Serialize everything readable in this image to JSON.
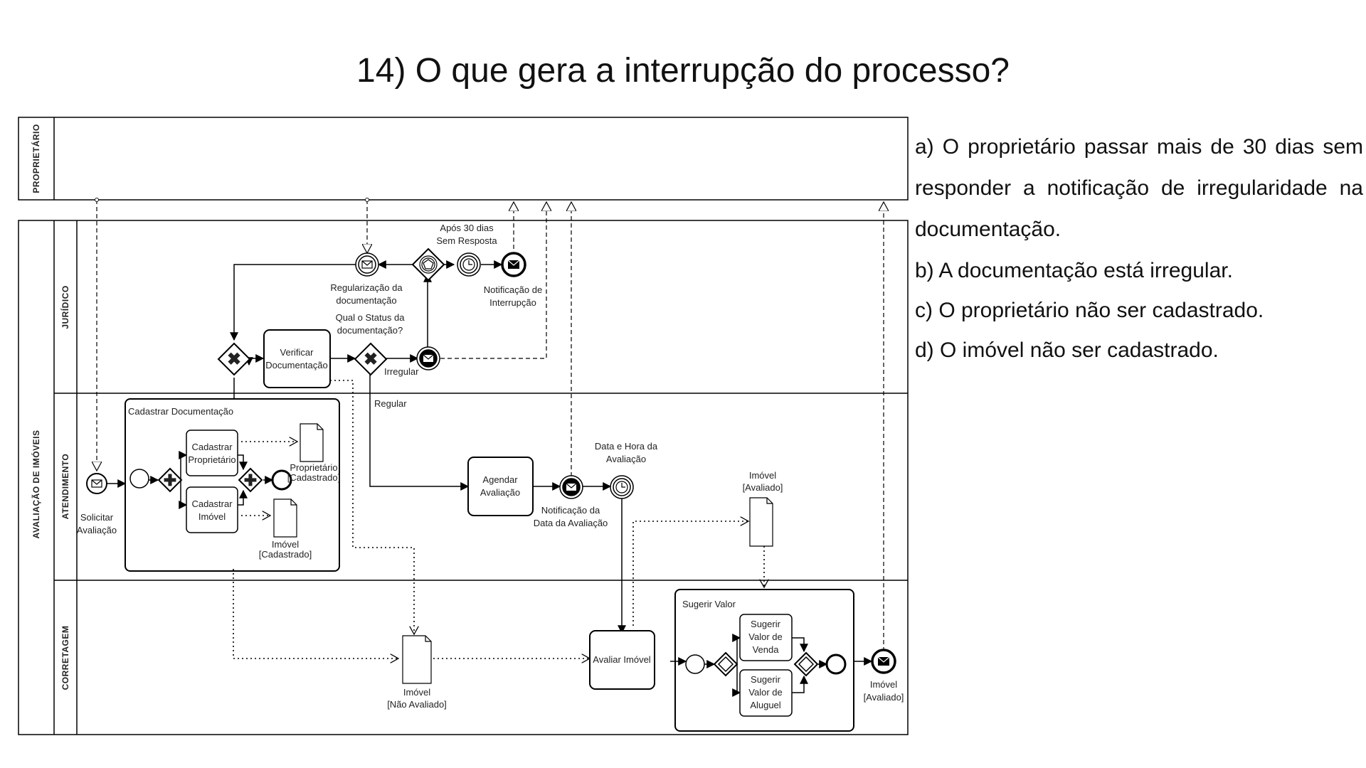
{
  "title": "14) O que gera a interrupção do processo?",
  "diagram": {
    "pools": {
      "proprietario": "PROPRIETÁRIO",
      "avaliacao": "AVALIAÇÃO DE IMÓVEIS"
    },
    "lanes": {
      "juridico": "JURÍDICO",
      "atendimento": "ATENDIMENTO",
      "corretagem": "CORRETAGEM"
    },
    "tasks": {
      "verificar": [
        "Verificar",
        "Documentação"
      ],
      "agendar": [
        "Agendar",
        "Avaliação"
      ],
      "avaliar": [
        "Avaliar Imóvel"
      ],
      "cad_proprietario": [
        "Cadastrar",
        "Proprietário"
      ],
      "cad_imovel": [
        "Cadastrar",
        "Imóvel"
      ],
      "sugerir_venda": [
        "Sugerir",
        "Valor de",
        "Venda"
      ],
      "sugerir_aluguel": [
        "Sugerir",
        "Valor de",
        "Aluguel"
      ]
    },
    "subprocesses": {
      "cadastrar": "Cadastrar Documentação",
      "sugerir": "Sugerir Valor"
    },
    "events": {
      "solicitar": [
        "Solicitar",
        "Avaliação"
      ],
      "regularizacao": [
        "Regularização da",
        "documentação"
      ],
      "apos30": [
        "Após 30 dias",
        "Sem Resposta"
      ],
      "notif_interrupcao": [
        "Notificação de",
        "Interrupção"
      ],
      "notif_data": [
        "Notificação da",
        "Data da Avaliação"
      ],
      "data_hora": [
        "Data e Hora da",
        "Avaliação"
      ],
      "imovel_avaliado_end": [
        "Imóvel",
        "[Avaliado]"
      ]
    },
    "gateways": {
      "status": [
        "Qual o Status da",
        "documentação?"
      ],
      "irregular": "Irregular",
      "regular": "Regular"
    },
    "data_objects": {
      "proprietario_cad": [
        "Proprietário",
        "[Cadastrado]"
      ],
      "imovel_cad": [
        "Imóvel",
        "[Cadastrado]"
      ],
      "imovel_avaliado": [
        "Imóvel",
        "[Avaliado]"
      ],
      "imovel_nao_avaliado": [
        "Imóvel",
        "[Não Avaliado]"
      ]
    }
  },
  "answers": [
    "a) O proprietário passar mais de 30 dias sem responder a notificação de irregularidade na documentação.",
    "b) A documentação está irregular.",
    "c) O proprietário não ser cadastrado.",
    "d) O imóvel não ser cadastrado."
  ]
}
